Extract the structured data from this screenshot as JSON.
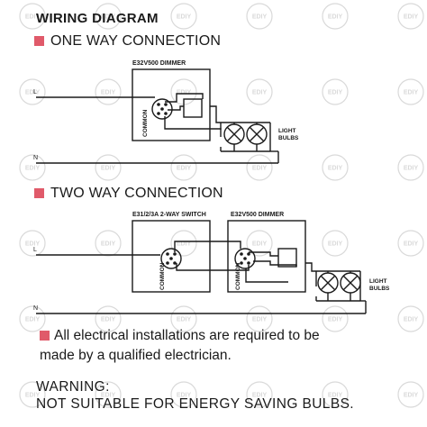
{
  "title": "WIRING DIAGRAM",
  "one_way": {
    "heading": "ONE WAY CONNECTION",
    "dimmer_label": "E32V500 DIMMER",
    "common_label": "COMMON",
    "bulbs_line1": "LIGHT",
    "bulbs_line2": "BULBS",
    "l_label": "L",
    "n_label": "N"
  },
  "two_way": {
    "heading": "TWO WAY CONNECTION",
    "switch_label": "E31/2/3A 2-WAY SWITCH",
    "dimmer_label": "E32V500 DIMMER",
    "common_label": "COMMON",
    "bulbs_line1": "LIGHT",
    "bulbs_line2": "BULBS",
    "l_label": "L",
    "n_label": "N"
  },
  "notice": {
    "line1": "All electrical installations are required to be",
    "line2": "made by a qualified electrician."
  },
  "warning": {
    "line1": "WARNING:",
    "line2": "NOT SUITABLE FOR ENERGY SAVING BULBS."
  },
  "watermark": "EDIY",
  "colors": {
    "bullet": "#e05a6a",
    "line": "#1a1a1a",
    "watermark": "#d9d9d9"
  }
}
